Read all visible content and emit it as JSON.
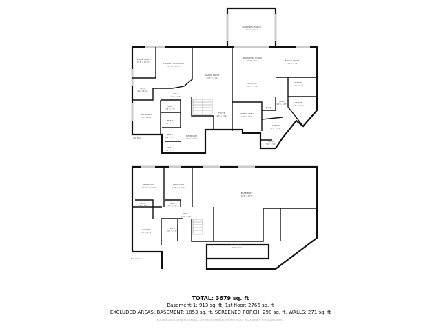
{
  "floors": [
    {
      "label": "1st floor",
      "rooms": [
        {
          "name": "Screened Porch",
          "dims": "19'2\" x 15'8\""
        },
        {
          "name": "Primary Bath",
          "dims": "15'4\" x 12'10\""
        },
        {
          "name": "Primary Bedroom",
          "dims": "16'11\" x 15'10\""
        },
        {
          "name": "Living Room",
          "dims": "16'4\" x 21'4\""
        },
        {
          "name": "Breakfast Room",
          "dims": "16'2\" x 9'8\""
        },
        {
          "name": "Family Room",
          "dims": "15'9\" x 17'6\""
        },
        {
          "name": "W.I.C",
          "dims": "9'2\" x 8'11\""
        },
        {
          "name": "Hall",
          "dims": "16'3\" x 5'6\""
        },
        {
          "name": "Kitchen",
          "dims": "18'7\" x 17'8\""
        },
        {
          "name": "Pantry",
          "dims": "6'7\" x 6'2\""
        },
        {
          "name": "W.I.C",
          "dims": "7'8\" x 5'5\""
        },
        {
          "name": "Bedroom",
          "dims": "11'7\" x 12'2\""
        },
        {
          "name": "Bath",
          "dims": "7'8\" x 5'7\""
        },
        {
          "name": "Foyer",
          "dims": "9'4\" x 15'6\""
        },
        {
          "name": "Dining Area",
          "dims": "12'8\" x 13'2\""
        },
        {
          "name": "Hall",
          "dims": "6'9\" x 18'3\""
        },
        {
          "name": "Office",
          "dims": "8'7\" x 11'9\""
        },
        {
          "name": "Bath",
          "dims": "6'6\" x 6'7\""
        },
        {
          "name": "Bath",
          "dims": "6'9\" x 8'7\""
        },
        {
          "name": "Laundry",
          "dims": "12'6\" x 6'6\""
        },
        {
          "name": "Bedroom",
          "dims": "12'8\" x 11'5\""
        },
        {
          "name": "W.I.C",
          "dims": "5'8\" x 5'8\""
        },
        {
          "name": "W.I.C",
          "dims": "7'10\" x 5'3\""
        }
      ]
    },
    {
      "label": "Basement 1",
      "rooms": [
        {
          "name": "Bedroom",
          "dims": "12'10\" x 14'10\""
        },
        {
          "name": "Bedroom",
          "dims": "11'8\" x 14'10\""
        },
        {
          "name": "Basement",
          "dims": "46'9\" x 31'7\""
        },
        {
          "name": "W.I.C",
          "dims": "7'8\" x 3'8\""
        },
        {
          "name": "W.I.C",
          "dims": "7'5\" x 3'4\""
        },
        {
          "name": "Hall",
          "dims": "20'3\" x 4'9\""
        },
        {
          "name": "Rooms",
          "dims": "11'7\" x 17'0\""
        },
        {
          "name": "Bath",
          "dims": "8'6\" x 9'6\""
        },
        {
          "name": "Basement",
          "dims": "16'6\" x 4'8\""
        }
      ]
    }
  ],
  "summary": {
    "total": "TOTAL: 3679 sq. ft",
    "areas": "Basement 1: 913 sq. ft, 1st floor: 2766 sq. ft",
    "excluded": "EXCLUDED AREAS: BASEMENT: 1853 sq. ft, SCREENED PORCH: 298 sq. ft, WALLS: 271 sq. ft",
    "credit": "FLOOR PLAN CREATED BY CUBICASA APP. MEASUREMENTS DEEMED HIGHLY RELIABLE BUT NOT GUARANTEED."
  }
}
